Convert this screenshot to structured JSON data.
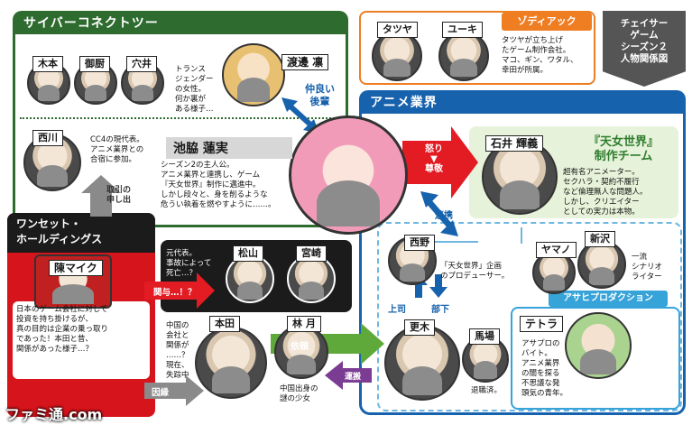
{
  "title": {
    "lines": [
      "チェイサー",
      "ゲーム",
      "シーズン２",
      "人物関係図"
    ]
  },
  "watermark": "ファミ通.com",
  "groups": {
    "cyber": "サイバーコネクトツー",
    "anime": "アニメ業界",
    "oneset": "ワンセット・\nホールディングス",
    "zodiac": "ゾディアック",
    "asahi": "アサヒプロダクション",
    "tenjo_team": "『天女世界』\n制作チーム"
  },
  "characters": {
    "kimoto": "木本",
    "mikuriya": "御厨",
    "anai": "穴井",
    "watanabe": "渡邊 凛",
    "nishikawa": "西川",
    "ikewaki": "池脇 蓮実",
    "tatsuya": "タツヤ",
    "yuki": "ユーキ",
    "ishii": "石井 輝義",
    "nishino": "西野",
    "yamano": "ヤマノ",
    "niizawa": "新沢",
    "sarashina": "更木",
    "baba": "馬場",
    "tetora": "テトラ",
    "matsuyama": "松山",
    "miyazaki": "宮崎",
    "honda": "本田",
    "hayashi": "林 月",
    "chen": "陳マイク"
  },
  "descriptions": {
    "watanabe": "トランス\nジェンダー\nの女性。\n何か裏が\nある様子…",
    "nishikawa": "CC4の現代表。\nアニメ業界との\n合宿に参加。",
    "ikewaki": "シーズン2の主人公。\nアニメ業界と連携し、ゲーム\n『天女世界』制作に邁進中。\nしかし段々と、身を削るような\n危うい執着を燃やすように……。",
    "zodiac": "タツヤが立ち上げ\nたゲーム制作会社。\nマコ、ギン、ワタル、\n幸田が所属。",
    "ishii": "超有名アニメーター。\nセクハラ・契約不履行\nなど倫理無人な問題人。\nしかし、クリエイター\nとしての実力は本物。",
    "nishino": "「天女世界」企画\nのプロデューサー。",
    "niizawa": "一流\nシナリオ\nライター",
    "baba": "退職済。",
    "tetora": "アサプロの\nバイト。\nアニメ業界\nの闇を探る\n不思議な発\n頭気の青年。",
    "matsuyama": "元代表。\n事故によって\n死亡…？",
    "honda": "中国の\n会社と\n関係が\n……？\n現在、\n失踪中",
    "hayashi": "中国出身の\n謎の少女",
    "chen": "日本のゲーム会社に対して\n投資を持ち掛けるが、\n真の目的は企業の乗っ取り\nであった！本田と昔、\n関係があった様子…？"
  },
  "relations": {
    "friends": "仲良い\n後輩",
    "anger": "怒り\n▼\n尊敬",
    "collab": "連携",
    "deal": "取引の\n申し出",
    "involve": "関与…！？",
    "request": "依頼",
    "transport": "運搬",
    "boss": "上司",
    "subordinate": "部下",
    "fate": "因縁"
  },
  "colors": {
    "cyber_green": "#2e6b2f",
    "anime_blue": "#1762ad",
    "oneset_red": "#d6141c",
    "zodiac_orange": "#ef7d22",
    "dark_bg": "#1b1b1b",
    "asahi_blue": "#36a3d9",
    "arrow_red": "#e31b23",
    "arrow_green": "#5fa83a"
  }
}
